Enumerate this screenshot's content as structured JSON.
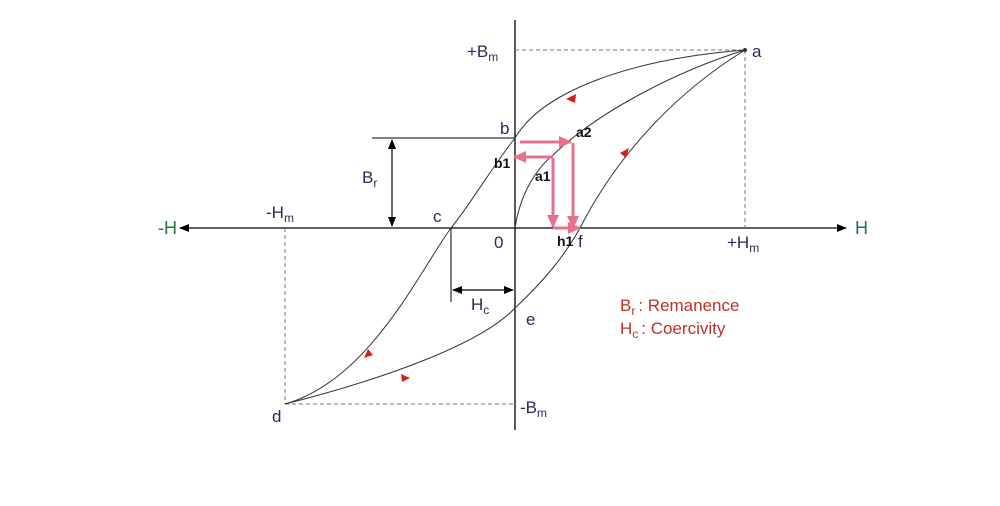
{
  "diagram": {
    "title_hidden": null,
    "axis": {
      "pos_h": "H",
      "neg_h": "-H"
    },
    "labels": {
      "pos_bm": "+B",
      "pos_bm_sub": "m",
      "neg_bm": "-B",
      "neg_bm_sub": "m",
      "pos_hm": "+H",
      "pos_hm_sub": "m",
      "neg_hm": "-H",
      "neg_hm_sub": "m",
      "br": "B",
      "br_sub": "r",
      "hc": "H",
      "hc_sub": "c",
      "origin": "0",
      "a": "a",
      "b": "b",
      "c": "c",
      "d": "d",
      "e": "e",
      "f": "f"
    },
    "path_labels": {
      "a1": "a1",
      "a2": "a2",
      "b1": "b1",
      "h1": "h1"
    },
    "legend": [
      {
        "sym": "B",
        "sub": "r",
        "text": ": Remanence"
      },
      {
        "sym": "H",
        "sub": "c",
        "text": ": Coercivity"
      }
    ],
    "colors": {
      "curve": "#333333",
      "direction_arrow": "#d42020",
      "path_arrow": "#e8708c",
      "legend": "#c0302a",
      "axis_label": "#1a7a3a"
    }
  }
}
